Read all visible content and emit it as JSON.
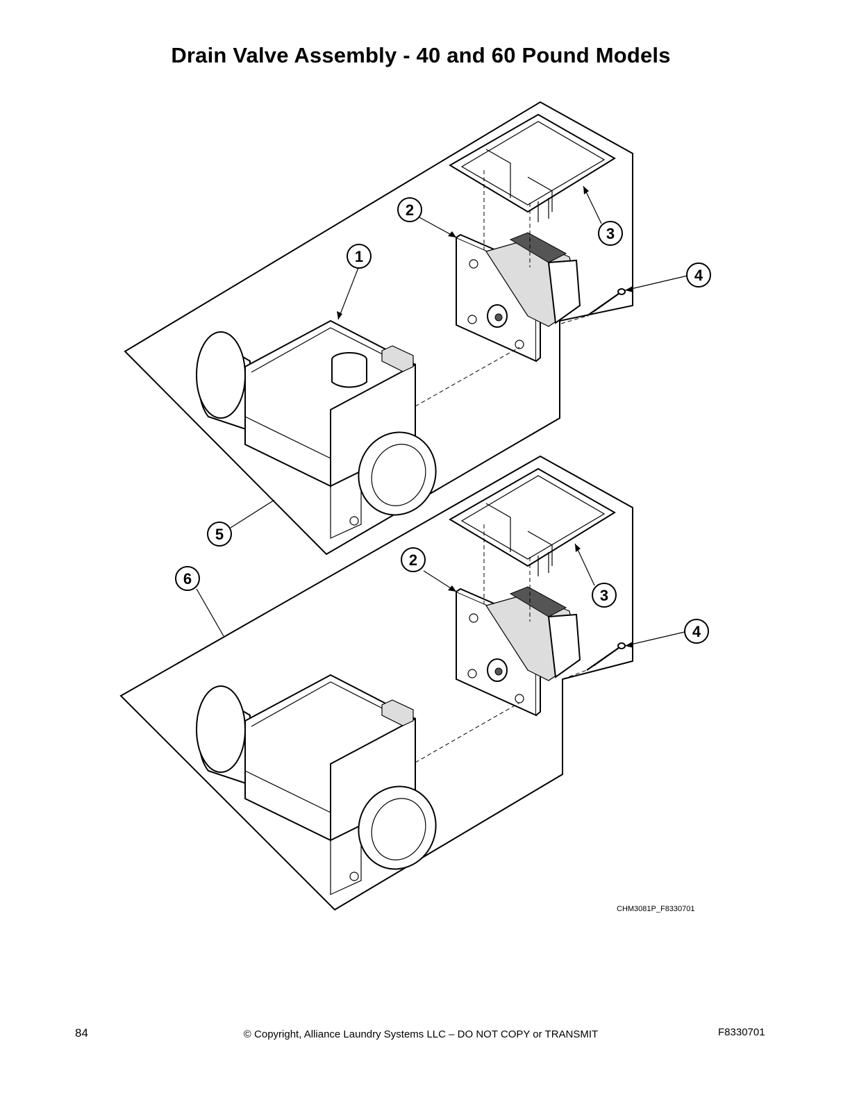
{
  "page_title": "Drain Valve Assembly - 40 and 60 Pound Models",
  "figure_id": "CHM3081P_F8330701",
  "footer": {
    "page_number": "84",
    "copyright": "© Copyright, Alliance Laundry Systems LLC – DO NOT COPY or TRANSMIT",
    "document_code": "F8330701"
  },
  "callouts": {
    "upper": [
      "1",
      "2",
      "3",
      "4",
      "5"
    ],
    "lower": [
      "2",
      "3",
      "4",
      "6"
    ]
  }
}
